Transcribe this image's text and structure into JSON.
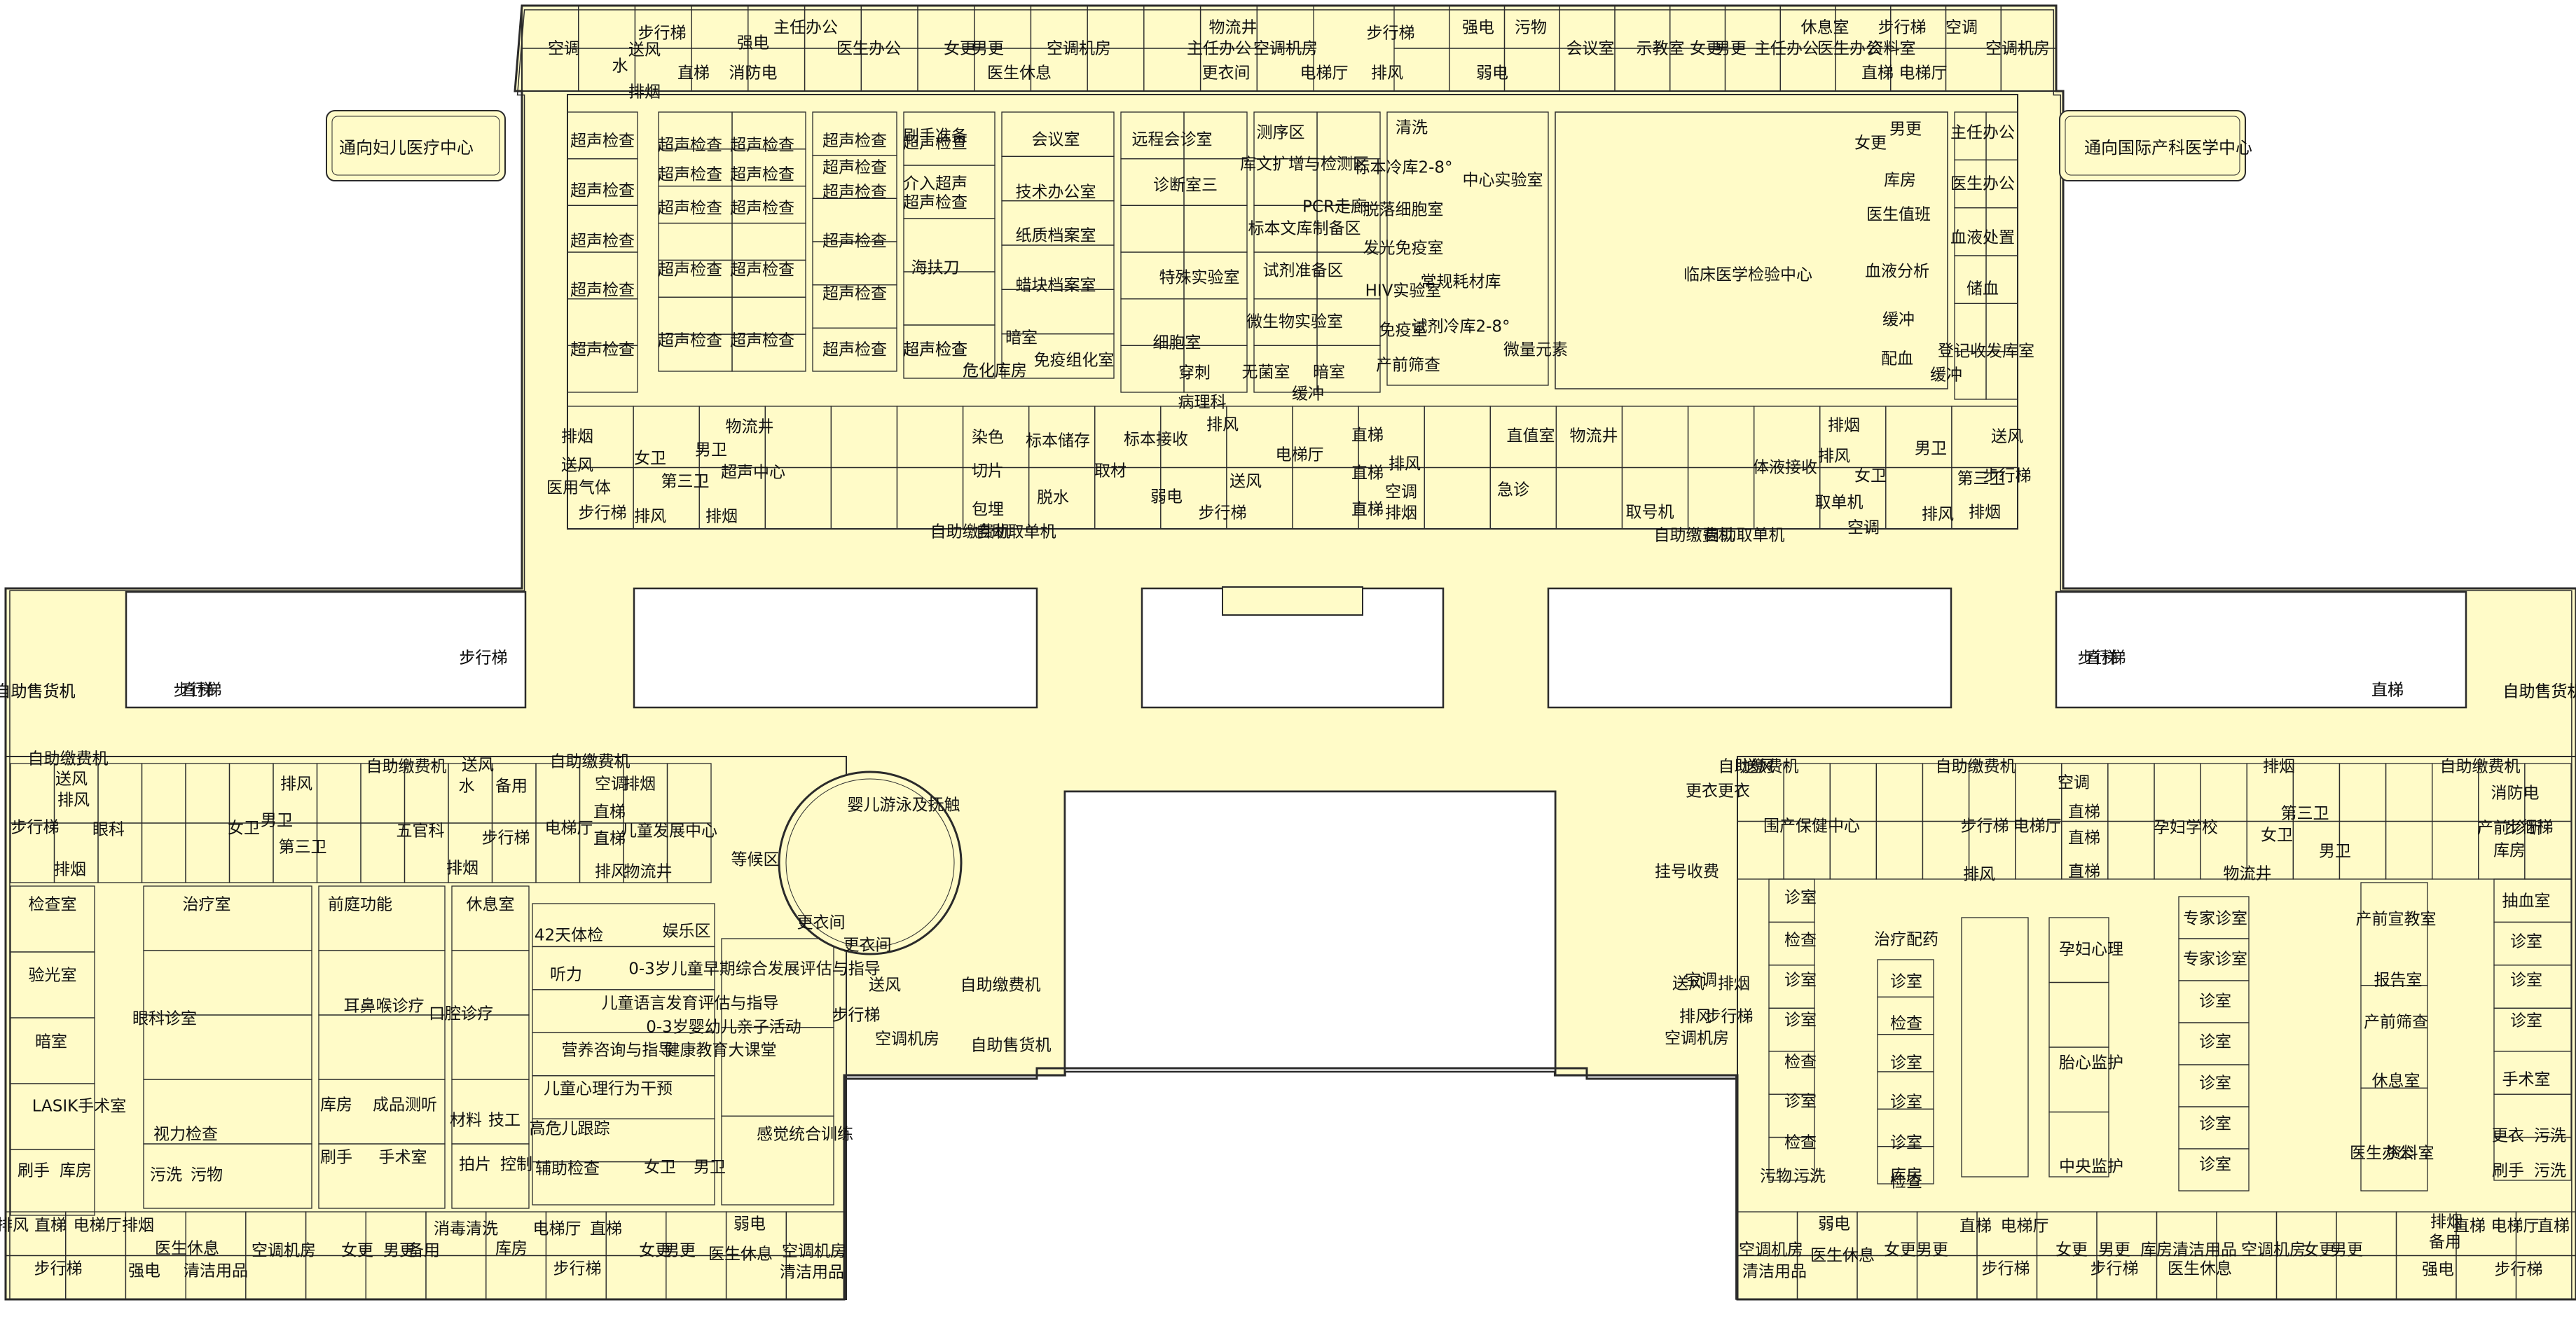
{
  "plan": {
    "colors": {
      "fill": "#FFFBC8",
      "stroke": "#2b2b2b",
      "background": "#FFFFFF"
    },
    "corridors": {
      "left": "通向妇儿医疗中心",
      "right": "通向国际产科医学中心"
    },
    "top_strip": [
      "空调",
      "步行梯",
      "强电",
      "主任办公",
      "医生办公",
      "女更",
      "男更",
      "空调机房",
      "主任办公",
      "空调机房",
      "步行梯",
      "强电",
      "污物",
      "会议室",
      "示教室",
      "女更",
      "男更",
      "主任办公",
      "医生办公",
      "资料室",
      "休息室",
      "步行梯",
      "空调",
      "空调机房",
      "排风",
      "消防电",
      "直梯",
      "医生休息",
      "更衣间",
      "电梯厅",
      "弱电",
      "直梯",
      "电梯厅",
      "送风",
      "排烟",
      "水",
      "物流井"
    ],
    "ultrasound": {
      "rooms": [
        "超声检查",
        "超声检查",
        "超声检查",
        "超声检查",
        "超声检查",
        "超声检查",
        "超声检查",
        "超声检查",
        "超声检查",
        "超声检查",
        "超声检查",
        "超声检查",
        "超声检查",
        "超声检查",
        "超声检查",
        "超声检查",
        "超声检查",
        "超声检查",
        "超声检查",
        "超声检查",
        "超声检查",
        "超声检查",
        "超声检查",
        "超声检查"
      ],
      "extra": [
        "刷手准备",
        "介入超声",
        "海扶刀",
        "超声检查",
        "会议室",
        "技术办公室",
        "纸质档案室",
        "蜡块档案室",
        "暗室",
        "免疫组化室",
        "危化库房",
        "远程会诊室",
        "诊断室三",
        "超声中心"
      ]
    },
    "pathology": [
      "测序区",
      "库文扩增与检测区",
      "标本文库制备区",
      "PCR走廊",
      "试剂准备区",
      "特殊实验室",
      "微生物实验室",
      "细胞室",
      "穿刺",
      "无菌室",
      "暗室",
      "缓冲",
      "病理科",
      "清洗",
      "标本冷库2-8°",
      "脱落细胞室",
      "发光免疫室",
      "HIV实验室",
      "免疫室",
      "产前筛查",
      "常规耗材库",
      "试剂冷库2-8°",
      "微量元素",
      "中心实验室",
      "临床医学检验中心"
    ],
    "lab_right": [
      "男更",
      "女更",
      "主任办公",
      "库房",
      "医生办公",
      "医生值班",
      "血液分析",
      "血液处置",
      "储血",
      "缓冲",
      "配血",
      "登记收发库室",
      "缓冲"
    ],
    "upper_support": [
      "排烟",
      "送风",
      "医用气体",
      "步行梯",
      "女卫",
      "男卫",
      "第三卫",
      "排风",
      "排烟",
      "物流井",
      "染色",
      "切片",
      "包埋",
      "脱水",
      "标本储存",
      "取材",
      "标本接收",
      "弱电",
      "步行梯",
      "排风",
      "送风",
      "电梯厅",
      "直梯",
      "直梯",
      "直梯",
      "排风",
      "空调",
      "排烟",
      "直值室",
      "物流井",
      "急诊",
      "取号机",
      "体液接收",
      "排烟",
      "排风",
      "女卫",
      "男卫",
      "第三卫",
      "排风",
      "送风",
      "步行梯",
      "排烟",
      "空调",
      "取单机"
    ],
    "kiosks": [
      "自助缴费机",
      "自助取单机",
      "自助缴费机",
      "自助取单机"
    ],
    "courtyard_labels": [
      "步行梯",
      "步行梯",
      "直梯",
      "直梯",
      "自助售货机",
      "自助售货机"
    ],
    "lower_left": [
      "自助缴费机",
      "送风",
      "排风",
      "步行梯",
      "眼科",
      "排烟",
      "女卫",
      "男卫",
      "第三卫",
      "五官科",
      "自助缴费机",
      "送风",
      "排烟",
      "排风",
      "水",
      "备用",
      "步行梯",
      "检查室",
      "治疗室",
      "前庭功能",
      "验光室",
      "眼科诊室",
      "暗室",
      "耳鼻喉诊疗",
      "LASIK手术室",
      "视力检查",
      "库房",
      "成品测听",
      "刷手",
      "库房",
      "污洗",
      "污物",
      "刷手",
      "手术室",
      "口腔诊疗",
      "材料",
      "技工",
      "拍片",
      "控制",
      "休息室",
      "自助缴费机",
      "空调",
      "排烟",
      "直梯",
      "电梯厅",
      "直梯",
      "排风",
      "物流井",
      "儿童发展中心",
      "等候区",
      "42天体检",
      "听力",
      "娱乐区",
      "0-3岁儿童早期综合发展评估与指导",
      "儿童语言发育评估与指导",
      "0-3岁婴幼儿亲子活动",
      "营养咨询与指导",
      "健康教育大课堂",
      "儿童心理行为干预",
      "高危儿跟踪",
      "辅助检查",
      "女卫",
      "男卫",
      "感觉统合训练",
      "更衣间",
      "更衣间",
      "婴儿游泳及抚触",
      "送风",
      "步行梯",
      "自助缴费机",
      "空调机房",
      "自助售货机"
    ],
    "bottom_left_strip": [
      "排风",
      "直梯",
      "电梯厅",
      "排烟",
      "医生休息",
      "空调机房",
      "女更",
      "男更",
      "备用",
      "消毒清洗",
      "电梯厅",
      "直梯",
      "弱电",
      "步行梯",
      "强电",
      "清洁用品",
      "库房",
      "步行梯",
      "女更",
      "男更",
      "医生休息",
      "空调机房",
      "清洁用品"
    ],
    "lower_right": [
      "自助缴费机",
      "更衣更衣",
      "围产保健中心",
      "挂号收费",
      "诊室",
      "检查",
      "诊室",
      "诊室",
      "检查",
      "诊室",
      "检查",
      "污物",
      "污洗",
      "治疗配药",
      "诊室",
      "检查",
      "诊室",
      "诊室",
      "诊室",
      "检查",
      "库房",
      "孕妇心理",
      "胎心监护",
      "中央监护",
      "专家诊室",
      "专家诊室",
      "诊室",
      "诊室",
      "诊室",
      "诊室",
      "诊室",
      "自助缴费机",
      "步行梯",
      "电梯厅",
      "直梯",
      "直梯",
      "直梯",
      "排风",
      "孕妇学校",
      "物流井",
      "排烟",
      "空调",
      "产前宣教室",
      "报告室",
      "产前筛查",
      "休息室",
      "医生办公",
      "资料室",
      "自助缴费机",
      "第三卫",
      "女卫",
      "男卫",
      "产前诊断",
      "库房",
      "抽血室",
      "诊室",
      "诊室",
      "诊室",
      "手术室",
      "更衣",
      "污洗",
      "刷手",
      "污洗",
      "消防电",
      "步行梯",
      "送风",
      "空调机房",
      "步行梯",
      "空调",
      "排风",
      "排烟",
      "送风"
    ],
    "bottom_right_strip": [
      "空调机房",
      "弱电",
      "医生休息",
      "女更",
      "男更",
      "直梯",
      "电梯厅",
      "女更",
      "男更",
      "库房",
      "清洁用品",
      "空调机房",
      "女更",
      "男更",
      "排烟",
      "直梯",
      "电梯厅",
      "直梯",
      "步行梯",
      "清洁用品",
      "步行梯",
      "医生休息",
      "强电",
      "步行梯",
      "备用"
    ],
    "wing_labels": [
      "步行梯",
      "直梯",
      "步行梯",
      "直梯",
      "自助售货机",
      "自助售货机"
    ]
  }
}
